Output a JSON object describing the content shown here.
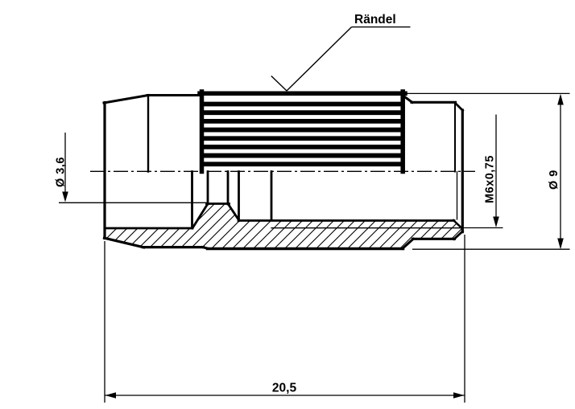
{
  "drawing": {
    "background": "#ffffff",
    "line_color": "#000000",
    "labels": {
      "knurl": "Rändel"
    },
    "dimensions": {
      "bore_diameter": "Ø 3,6",
      "thread": "M6x0,75",
      "outer_diameter": "Ø 9",
      "overall_length": "20,5"
    }
  }
}
